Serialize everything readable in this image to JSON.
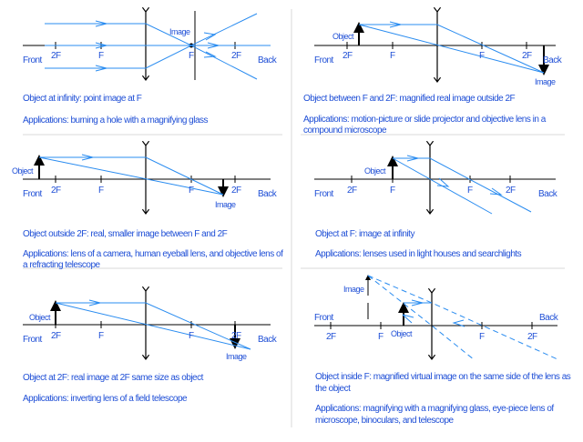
{
  "labels": {
    "front": "Front",
    "back": "Back",
    "f": "F",
    "two_f": "2F",
    "object": "Object",
    "image": "Image"
  },
  "colors": {
    "text": "#1f4fd6",
    "ray": "#2a8cf0",
    "axis": "#000000"
  },
  "panels": [
    {
      "caption": "Object at infinity: point image at F",
      "applications": [
        "Applications: burning a hole with a magnifying glass"
      ]
    },
    {
      "caption": "Object between F and 2F: magnified real image outside 2F",
      "applications": [
        "Applications: motion-picture or slide projector and objective lens in a",
        "compound microscope"
      ]
    },
    {
      "caption": "Object outside 2F: real, smaller image between F and 2F",
      "applications": [
        "Applications: lens of a camera, human eyeball lens, and objective lens of",
        "a refracting telescope"
      ]
    },
    {
      "caption": "Object at F: image at infinity",
      "applications": [
        "Applications: lenses used in light houses and searchlights"
      ]
    },
    {
      "caption": "Object at 2F: real image at 2F same size as object",
      "applications": [
        "Applications: inverting lens of a field telescope"
      ]
    },
    {
      "caption": [
        "Object inside F: magnified virtual image on the same side of the lens as",
        "the object"
      ],
      "applications": [
        "Applications: magnifying with a magnifying glass, eye-piece lens of",
        "microscope, binoculars, and telescope"
      ]
    }
  ]
}
